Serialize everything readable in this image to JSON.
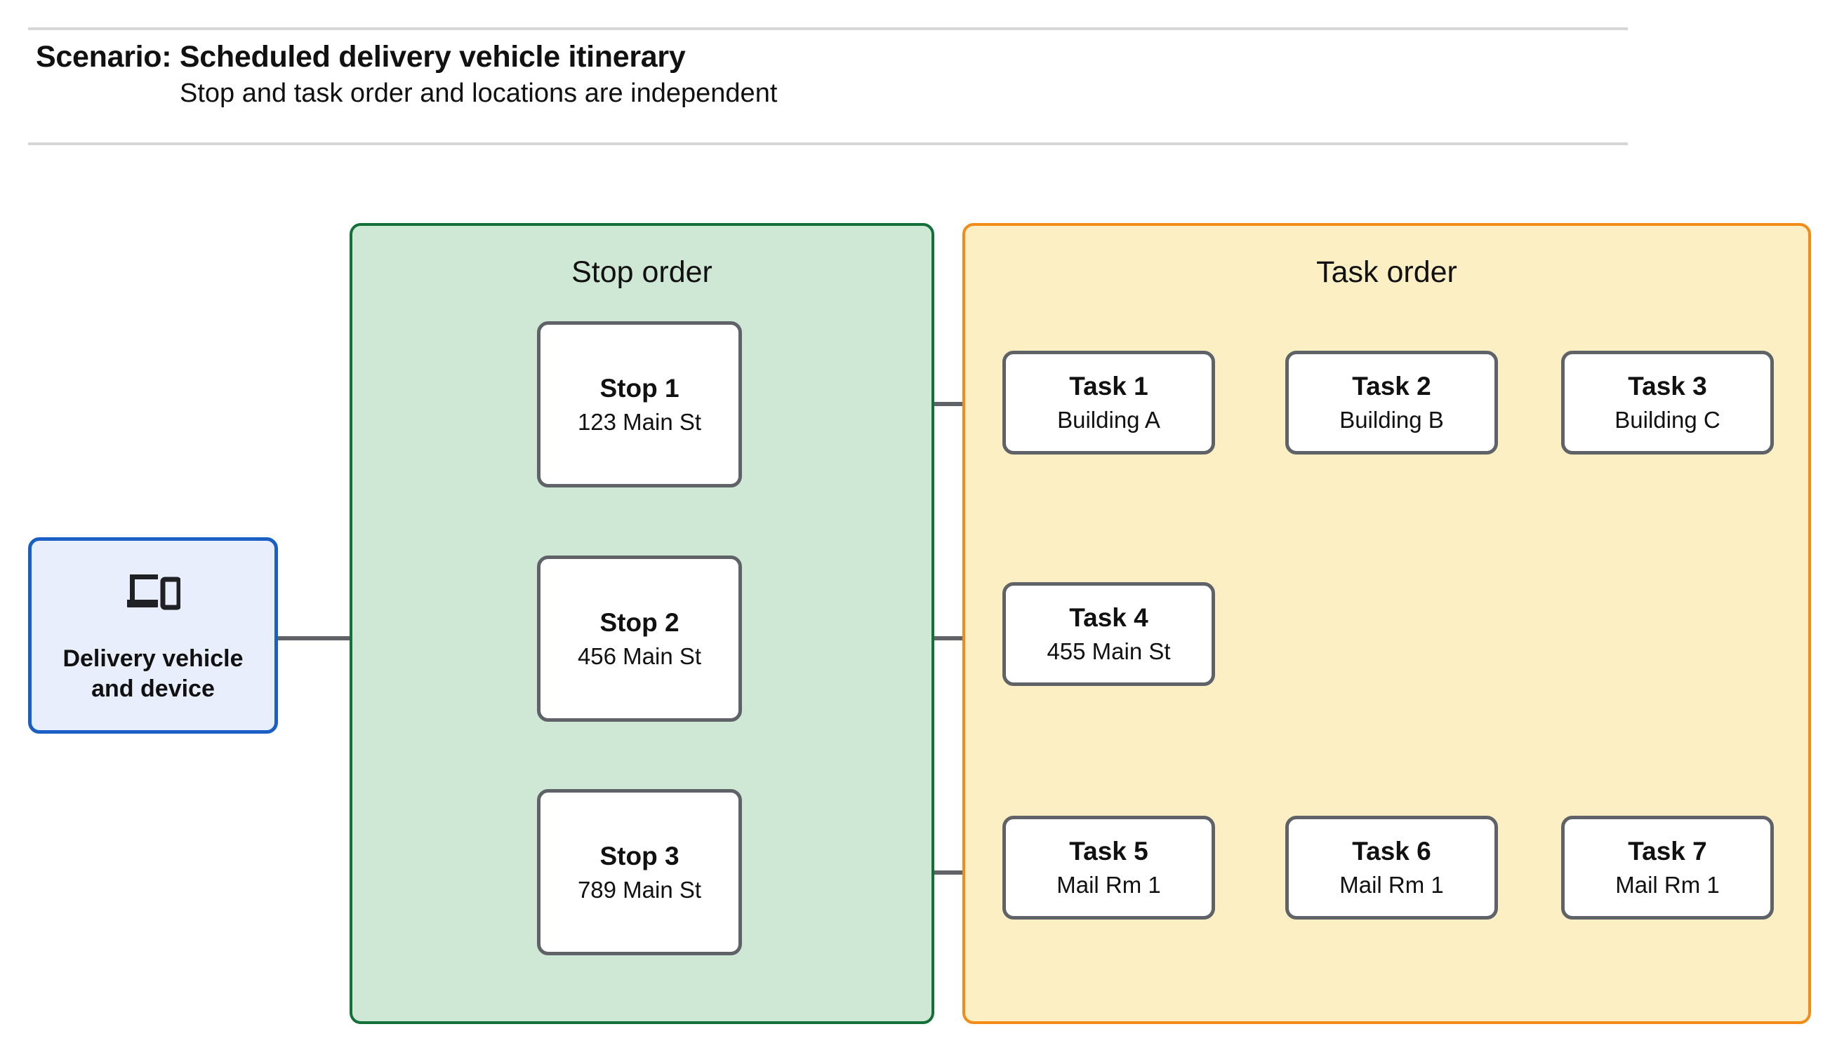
{
  "header": {
    "title": "Scenario: Scheduled delivery vehicle itinerary",
    "subtitle": "Stop and task order and locations are independent"
  },
  "device": {
    "icon": "devices-laptop-phone-icon",
    "label": "Delivery vehicle\nand device"
  },
  "panels": {
    "stop": {
      "title": "Stop order"
    },
    "task": {
      "title": "Task order"
    }
  },
  "stops": [
    {
      "title": "Stop 1",
      "sub": "123 Main St"
    },
    {
      "title": "Stop 2",
      "sub": "456 Main St"
    },
    {
      "title": "Stop 3",
      "sub": "789 Main St"
    }
  ],
  "tasks": [
    {
      "title": "Task 1",
      "sub": "Building A"
    },
    {
      "title": "Task 2",
      "sub": "Building B"
    },
    {
      "title": "Task 3",
      "sub": "Building C"
    },
    {
      "title": "Task 4",
      "sub": "455 Main St"
    },
    {
      "title": "Task 5",
      "sub": "Mail Rm 1"
    },
    {
      "title": "Task 6",
      "sub": "Mail Rm 1"
    },
    {
      "title": "Task 7",
      "sub": "Mail Rm 1"
    }
  ],
  "colors": {
    "stop_panel_fill": "#cfe8d5",
    "stop_panel_border": "#13703a",
    "task_panel_fill": "#fcefc4",
    "task_panel_border": "#f28b18",
    "device_fill": "#e8eefb",
    "device_border": "#1a5fc4",
    "node_border": "#5f6368",
    "connector": "#5f6368",
    "rule": "#d6d6d6"
  }
}
